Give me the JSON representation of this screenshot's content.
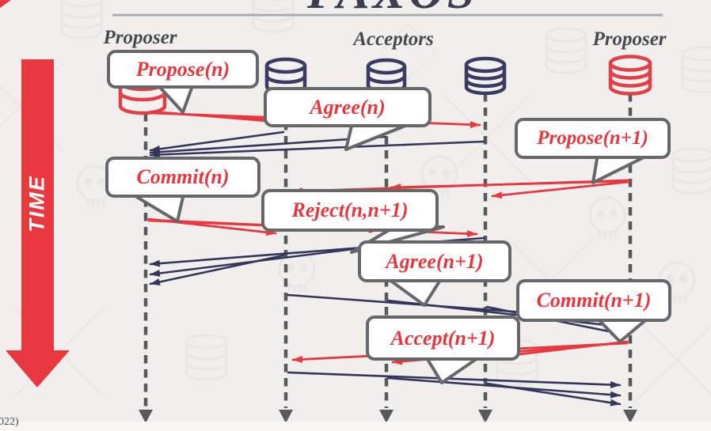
{
  "title": {
    "text": "PAXOS"
  },
  "headers": {
    "left": "Proposer",
    "middle": "Acceptors",
    "right": "Proposer"
  },
  "time_axis": {
    "label": "TIME"
  },
  "bubbles": {
    "propose_n": "Propose(n)",
    "agree_n": "Agree(n)",
    "propose_n1": "Propose(n+1)",
    "commit_n": "Commit(n)",
    "reject_n_n1": "Reject(n,n+1)",
    "agree_n1": "Agree(n+1)",
    "commit_n1": "Commit(n+1)",
    "accept_n1": "Accept(n+1)"
  },
  "footer": {
    "citation_fragment": "022)"
  },
  "participants": [
    {
      "role": "proposer",
      "label": "Proposer",
      "color": "red"
    },
    {
      "role": "acceptor",
      "label": "Acceptors",
      "color": "navy"
    },
    {
      "role": "acceptor",
      "label": "Acceptors",
      "color": "navy"
    },
    {
      "role": "acceptor",
      "label": "Acceptors",
      "color": "navy"
    },
    {
      "role": "proposer",
      "label": "Proposer",
      "color": "red"
    }
  ],
  "sequence": [
    {
      "label": "Propose(n)",
      "from": "Proposer 1",
      "to": "Acceptors",
      "color": "red"
    },
    {
      "label": "Agree(n)",
      "from": "Acceptors",
      "to": "Proposer 1",
      "color": "navy"
    },
    {
      "label": "Propose(n+1)",
      "from": "Proposer 2",
      "to": "Acceptors",
      "color": "red"
    },
    {
      "label": "Commit(n)",
      "from": "Proposer 1",
      "to": "Acceptors",
      "color": "red"
    },
    {
      "label": "Reject(n,n+1)",
      "from": "Acceptors",
      "to": "Proposer 1",
      "color": "navy"
    },
    {
      "label": "Agree(n+1)",
      "from": "Acceptors",
      "to": "Proposer 2",
      "color": "navy"
    },
    {
      "label": "Commit(n+1)",
      "from": "Proposer 2",
      "to": "Acceptors",
      "color": "red"
    },
    {
      "label": "Accept(n+1)",
      "from": "Acceptors",
      "to": "Proposer 2",
      "color": "navy"
    }
  ],
  "colors": {
    "proposer_red": "#e8383f",
    "acceptor_navy": "#34345c",
    "lifeline_gray": "#59595b",
    "bubble_border": "#66666b",
    "bubble_text_red": "#e23940",
    "header_gray": "#48484e",
    "background": "#f0efee"
  }
}
